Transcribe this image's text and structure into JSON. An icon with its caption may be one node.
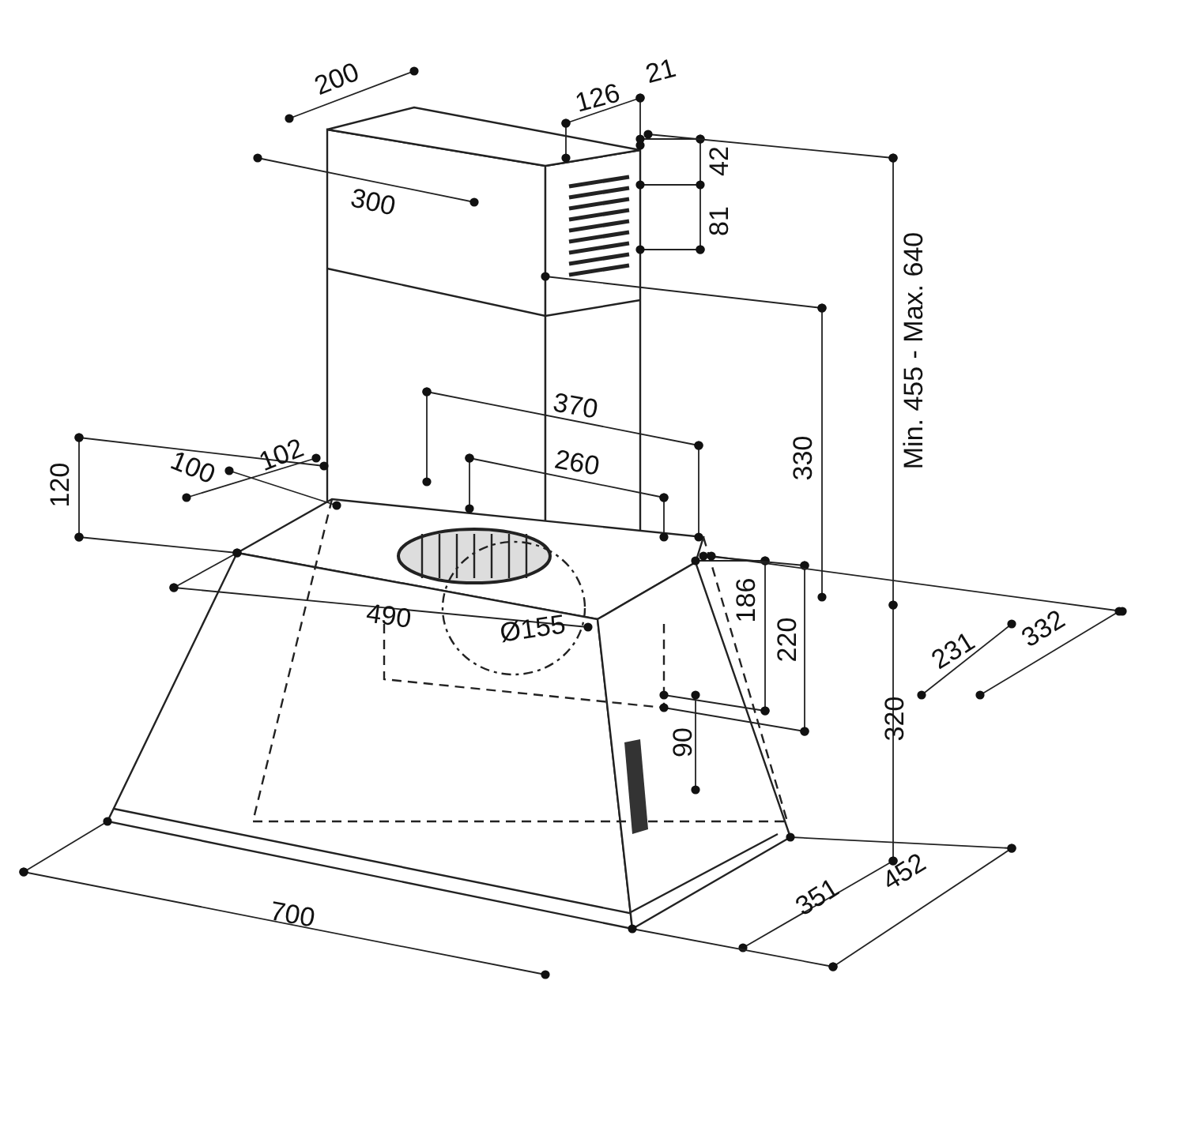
{
  "diagram": {
    "labels": [
      "200",
      "126",
      "21",
      "42",
      "81",
      "300",
      "Min. 455 - Max. 640",
      "370",
      "330",
      "260",
      "120",
      "100",
      "102",
      "490",
      "Ø155",
      "186",
      "220",
      "231",
      "332",
      "90",
      "320",
      "700",
      "351",
      "452"
    ]
  }
}
